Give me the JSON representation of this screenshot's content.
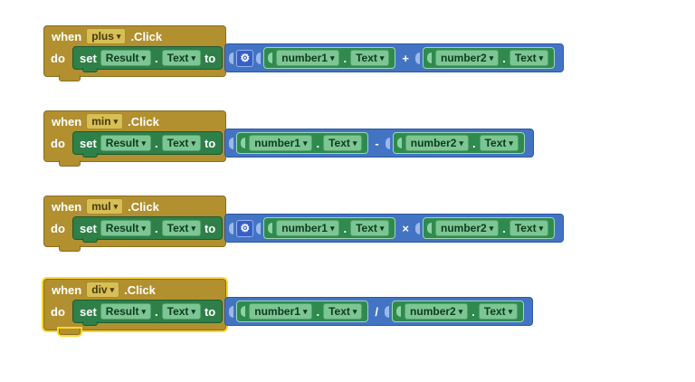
{
  "labels": {
    "when": "when",
    "click_suffix": ".Click",
    "do": "do",
    "set": "set",
    "dot": ".",
    "to": "to"
  },
  "icons": {
    "dropdown_arrow": "▾",
    "gear": "⚙"
  },
  "colors": {
    "event_gold": "#b2902f",
    "setter_green": "#2e8048",
    "getter_green": "#2f8a4e",
    "math_blue": "#4374c4",
    "selection_yellow": "#ffd629",
    "canvas": "#ffffff"
  },
  "blocks": [
    {
      "event": "plus",
      "target": "Result",
      "target_prop": "Text",
      "operator": "+",
      "has_mutator": true,
      "selected": false,
      "operands": [
        {
          "name": "number1",
          "prop": "Text"
        },
        {
          "name": "number2",
          "prop": "Text"
        }
      ]
    },
    {
      "event": "min",
      "target": "Result",
      "target_prop": "Text",
      "operator": "-",
      "has_mutator": false,
      "selected": false,
      "operands": [
        {
          "name": "number1",
          "prop": "Text"
        },
        {
          "name": "number2",
          "prop": "Text"
        }
      ]
    },
    {
      "event": "mul",
      "target": "Result",
      "target_prop": "Text",
      "operator": "×",
      "has_mutator": true,
      "selected": false,
      "operands": [
        {
          "name": "number1",
          "prop": "Text"
        },
        {
          "name": "number2",
          "prop": "Text"
        }
      ]
    },
    {
      "event": "div",
      "target": "Result",
      "target_prop": "Text",
      "operator": "/",
      "has_mutator": false,
      "selected": true,
      "operands": [
        {
          "name": "number1",
          "prop": "Text"
        },
        {
          "name": "number2",
          "prop": "Text"
        }
      ]
    }
  ]
}
